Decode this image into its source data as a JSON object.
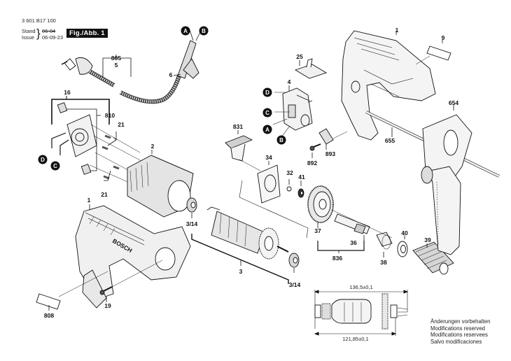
{
  "header": {
    "part_number": "3 601 B17 100",
    "stand_label": "Stand",
    "issue_label": "Issue",
    "old_date": "06-04",
    "issue_date": "06-09-23",
    "figure_label": "Fig./Abb. 1"
  },
  "notes": [
    "Änderungen vorbehalten",
    "Modifications reserved",
    "Modifications reservees",
    "Salvo modificaciones"
  ],
  "dimensions": {
    "overall": "136,5±0,1",
    "bearing_span": "121,85±0,1"
  },
  "connectors": [
    "A",
    "B",
    "C",
    "D"
  ],
  "parts": {
    "p805": "805",
    "p5": "5",
    "p6": "6",
    "p16": "16",
    "p810": "810",
    "p21a": "21",
    "p21b": "21",
    "p2": "2",
    "p1a": "1",
    "p1b": "1",
    "p314a": "3/14",
    "p314b": "3/14",
    "p3": "3",
    "p19": "19",
    "p808": "808",
    "p25": "25",
    "p4": "4",
    "p831": "831",
    "p34": "34",
    "p32": "32",
    "p41": "41",
    "p892": "892",
    "p893": "893",
    "p37": "37",
    "p36": "36",
    "p836": "836",
    "p38": "38",
    "p40": "40",
    "p39": "39",
    "p9": "9",
    "p654": "654",
    "p655": "655"
  },
  "brand_text": "BOSCH"
}
